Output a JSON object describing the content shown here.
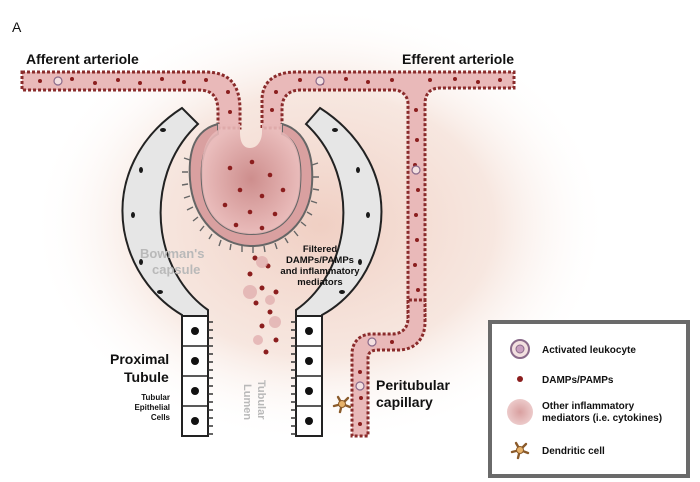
{
  "panel_letter": "A",
  "labels": {
    "afferent": "Afferent arteriole",
    "efferent": "Efferent arteriole",
    "bowmans_1": "Bowman's",
    "bowmans_2": "capsule",
    "filtered_1": "Filtered",
    "filtered_2": "DAMPs/PAMPs",
    "filtered_3": "and inflammatory",
    "filtered_4": "mediators",
    "proximal_1": "Proximal",
    "proximal_2": "Tubule",
    "epithelial_1": "Tubular",
    "epithelial_2": "Epithelial",
    "epithelial_3": "Cells",
    "lumen_1": "Tubular",
    "lumen_2": "Lumen",
    "peritubular_1": "Peritubular",
    "peritubular_2": "capillary"
  },
  "legend": {
    "items": [
      {
        "label": "Activated leukocyte",
        "icon": "activated-leukocyte-icon"
      },
      {
        "label": "DAMPs/PAMPs",
        "icon": "damp-pamp-dot-icon"
      },
      {
        "label_1": "Other inflammatory",
        "label_2": "mediators (i.e. cytokines)",
        "icon": "inflammatory-mediator-blob-icon"
      },
      {
        "label": "Dendritic cell",
        "icon": "dendritic-cell-icon"
      }
    ]
  },
  "colors": {
    "vessel_fill": "#e9b9b9",
    "vessel_edge": "#8a2b2b",
    "dot": "#8b1e1e",
    "glow": "#f1d2c6",
    "capsule_grey": "#d8d8d8",
    "lumen_text": "#b9b9b9"
  }
}
